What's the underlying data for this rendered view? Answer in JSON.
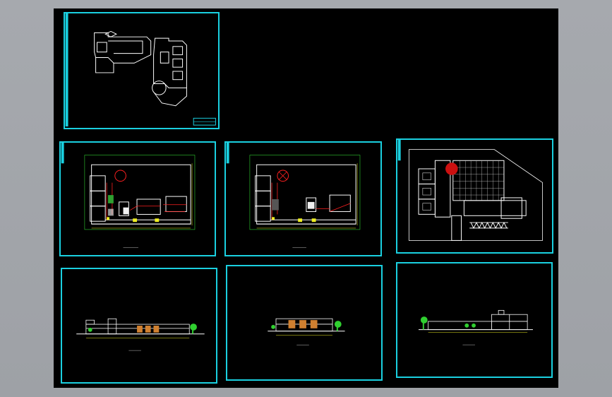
{
  "window": {
    "title": ""
  },
  "colors": {
    "background": "#000000",
    "frame": "#1ad0e0",
    "linework": "#ffffff",
    "accent_red": "#ff2020",
    "accent_yellow": "#f0f020",
    "accent_green": "#30d030",
    "accent_orange": "#d08030"
  },
  "sheets": [
    {
      "id": "site-plan",
      "kind": "site-plan"
    },
    {
      "id": "floor-plan-1",
      "kind": "floor-plan",
      "caption": ""
    },
    {
      "id": "floor-plan-2",
      "kind": "floor-plan",
      "caption": ""
    },
    {
      "id": "roof-plan",
      "kind": "roof-plan"
    },
    {
      "id": "elevation-1",
      "kind": "elevation",
      "caption": ""
    },
    {
      "id": "elevation-2",
      "kind": "elevation",
      "caption": ""
    },
    {
      "id": "elevation-3",
      "kind": "elevation",
      "caption": ""
    }
  ]
}
